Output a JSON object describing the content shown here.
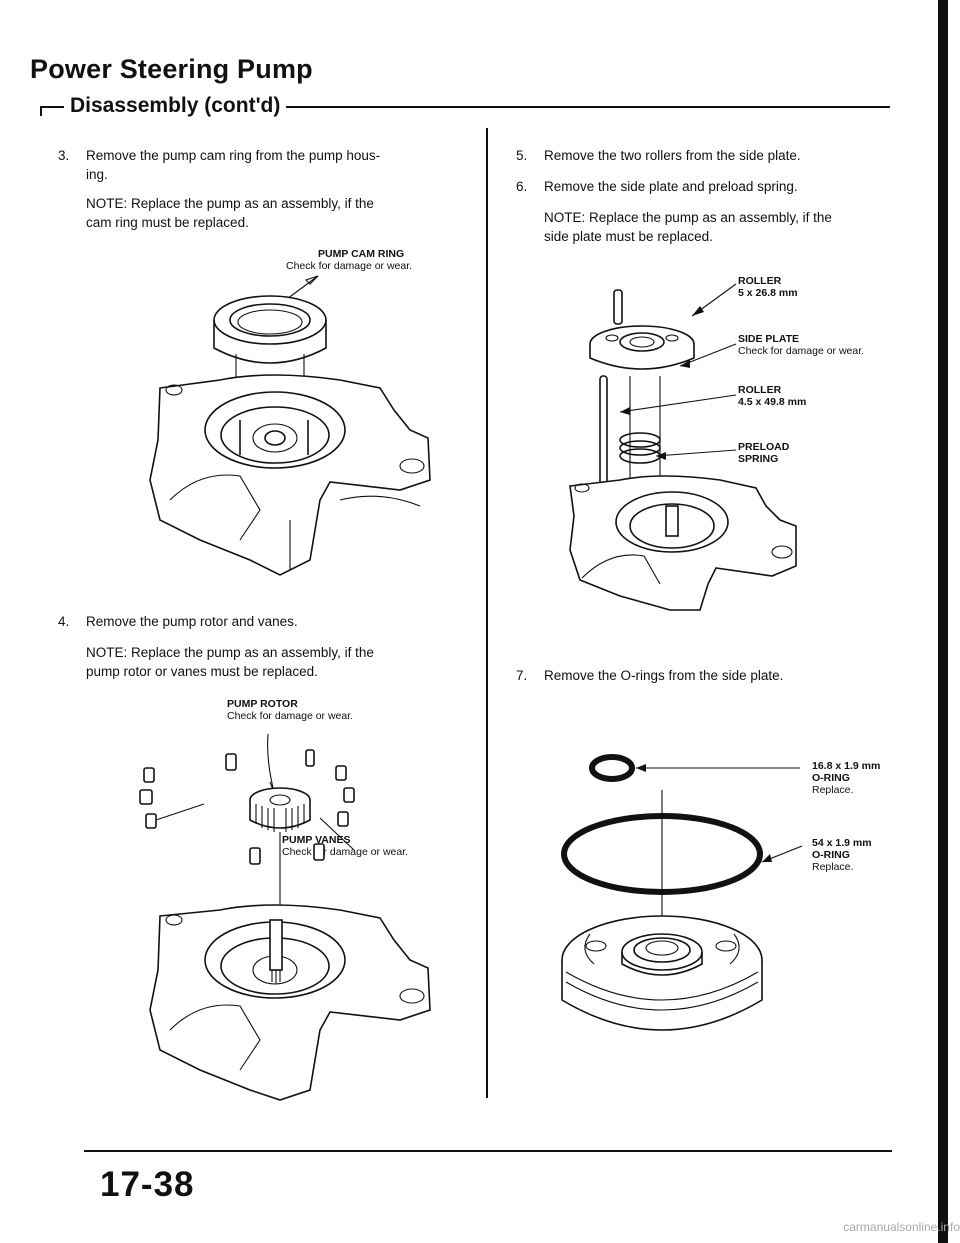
{
  "header": {
    "title": "Power Steering Pump",
    "subtitle": "Disassembly (cont'd)"
  },
  "steps": {
    "s3": {
      "num": "3.",
      "line1": "Remove the pump cam ring from the pump hous-",
      "line2": "ing.",
      "note1": "NOTE: Replace the pump as an assembly, if the",
      "note2": "cam ring must be replaced."
    },
    "s4": {
      "num": "4.",
      "line1": "Remove the pump rotor and vanes.",
      "note1": "NOTE: Replace the pump as an assembly, if the",
      "note2": "pump rotor or vanes must be replaced."
    },
    "s5": {
      "num": "5.",
      "line1": "Remove the two rollers from the side plate."
    },
    "s6": {
      "num": "6.",
      "line1": "Remove the side plate and preload spring.",
      "note1": "NOTE: Replace the pump as an assembly, if the",
      "note2": "side plate must be replaced."
    },
    "s7": {
      "num": "7.",
      "line1": "Remove the O-rings from the side plate."
    }
  },
  "labels": {
    "cam_ring": {
      "name": "PUMP CAM RING",
      "desc": "Check for damage or wear."
    },
    "rotor": {
      "name": "PUMP ROTOR",
      "desc": "Check for damage or wear."
    },
    "vanes": {
      "name": "PUMP VANES",
      "desc": "Check for damage or wear."
    },
    "roller1": {
      "name": "ROLLER",
      "size": "5 x 26.8 mm"
    },
    "side_plate": {
      "name": "SIDE PLATE",
      "desc": "Check for damage or wear."
    },
    "roller2": {
      "name": "ROLLER",
      "size": "4.5 x 49.8 mm"
    },
    "preload": {
      "name1": "PRELOAD",
      "name2": "SPRING"
    },
    "oring_small": {
      "size": "16.8 x 1.9 mm",
      "name": "O-RING",
      "desc": "Replace."
    },
    "oring_large": {
      "size": "54 x 1.9 mm",
      "name": "O-RING",
      "desc": "Replace."
    }
  },
  "footer": {
    "page_number": "17-38",
    "watermark": "carmanualsonline.info"
  }
}
